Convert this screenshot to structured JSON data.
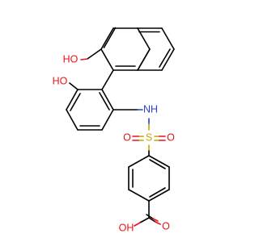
{
  "molecule": {
    "colors": {
      "bond": "#000000",
      "oxygen": "#e8141a",
      "nitrogen": "#2b3fd6",
      "sulfur": "#c9a400"
    },
    "labels": {
      "oh_naphthol": "HO",
      "oh_phenol": "HO",
      "nh": "NH",
      "s": "S",
      "o_left": "O",
      "o_right": "O",
      "oh_acid": "OH",
      "o_acid": "O"
    }
  }
}
